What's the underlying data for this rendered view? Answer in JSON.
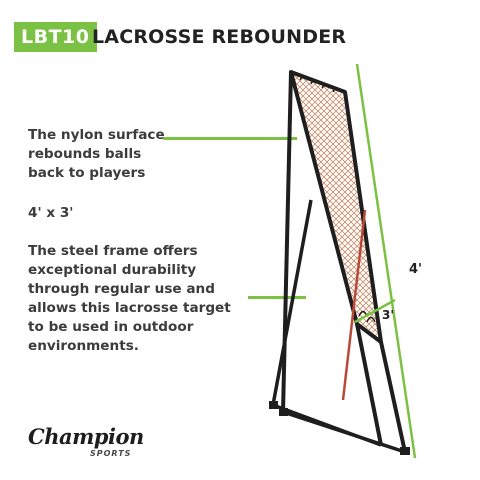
{
  "header": {
    "badge": "LBT10",
    "title": "LACROSSE REBOUNDER"
  },
  "features": {
    "surface": "The nylon surface rebounds balls back to players",
    "size": "4' x 3'",
    "frame": "The steel frame offers exceptional durability through regular use and allows this lacrosse target to be used in outdoor environments."
  },
  "dimensions": {
    "height": "4'",
    "width": "3'"
  },
  "brand": {
    "name": "Champion",
    "sub": "SPORTS"
  },
  "colors": {
    "accent": "#7bc143",
    "net": "#c98b68",
    "frame": "#1e1e1e"
  }
}
